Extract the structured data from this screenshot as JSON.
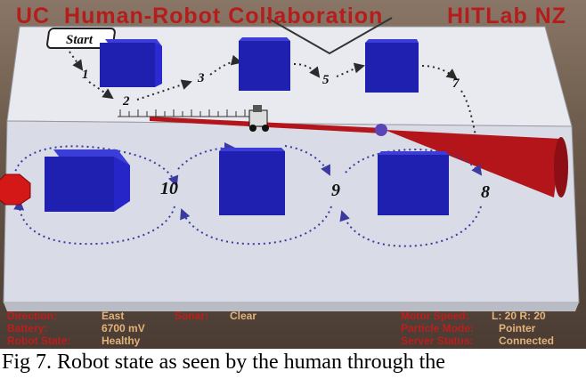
{
  "header": {
    "left_title": "UC",
    "center_title": "Human-Robot Collaboration",
    "right_title": "HITLab NZ"
  },
  "course": {
    "start_label": "Start",
    "waypoints": [
      "1",
      "2",
      "3",
      "5",
      "7",
      "8",
      "9",
      "10"
    ]
  },
  "status": {
    "direction_label": "Direction:",
    "direction_value": "East",
    "sonar_label": "Sonar:",
    "sonar_value": "Clear",
    "battery_label": "Battery:",
    "battery_value": "6700 mV",
    "robot_state_label": "Robot State:",
    "robot_state_value": "Healthy",
    "motor_speed_label": "Motor Speed:",
    "motor_speed_value": "L: 20 R: 20",
    "particle_mode_label": "Particle Mode:",
    "particle_mode_value": "Pointer",
    "server_status_label": "Server Status:",
    "server_status_value": "Connected"
  },
  "caption": "Fig 7.  Robot state as seen by the human through the",
  "colors": {
    "title_red": "#b51d1d",
    "status_label": "#c11c1c",
    "status_value": "#e3b27a",
    "cube_blue": "#1f1fb0",
    "path_blue": "#3a3aa0",
    "sonar_red": "#b3151b",
    "board": "#dde0e8"
  },
  "icons": [
    "robot-icon",
    "stop-sign-icon",
    "sonar-cone-icon",
    "pointer-dot-icon",
    "ruler-icon"
  ]
}
